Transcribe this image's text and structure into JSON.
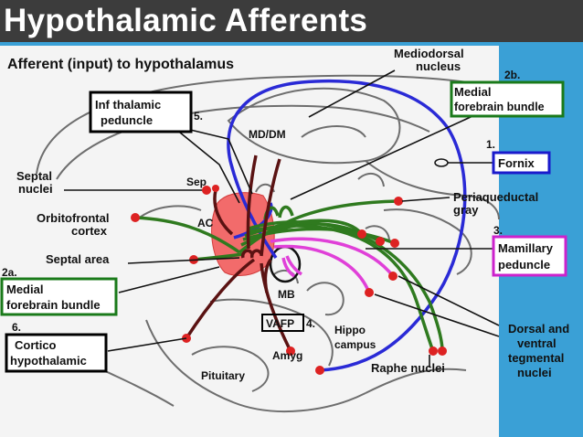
{
  "slide_title": "Hypothalamic Afferents",
  "figure": {
    "heading": "Afferent (input) to hypothalamus",
    "structures": {
      "mediodorsal_line1": "Mediodorsal",
      "mediodorsal_line2": "nucleus",
      "md_dm": "MD/DM",
      "septal_line1": "Septal",
      "septal_line2": "nuclei",
      "sep": "Sep",
      "orbito_line1": "Orbitofrontal",
      "orbito_line2": "cortex",
      "ac": "AC",
      "septal_area": "Septal area",
      "mb": "MB",
      "vafp": "VAFP",
      "amyg": "Amyg",
      "hippo_line1": "Hippo",
      "hippo_line2": "campus",
      "pituitary": "Pituitary",
      "raphe": "Raphe nuclei",
      "periaq_line1": "Periaqueductal",
      "periaq_line2": "gray",
      "dvt_line1": "Dorsal and",
      "dvt_line2": "ventral",
      "dvt_line3": "tegmental",
      "dvt_line4": "nuclei"
    },
    "boxed": {
      "itp_line1": "Inf thalamic",
      "itp_line2": "peduncle",
      "mfb_r_line1": "Medial",
      "mfb_r_line2": "forebrain bundle",
      "fornix": "Fornix",
      "mam_line1": "Mamillary",
      "mam_line2": "peduncle",
      "mfb_l_line1": "Medial",
      "mfb_l_line2": "forebrain bundle",
      "ch_line1": "Cortico",
      "ch_line2": "hypothalamic"
    },
    "numbers": {
      "n1": "1.",
      "n2a": "2a.",
      "n2b": "2b.",
      "n3": "3.",
      "n4": "4.",
      "n5": "5.",
      "n6": "6."
    },
    "colors": {
      "slide_background": "#3c3c3c",
      "panel_background": "#3aa0d6",
      "figure_background": "#f4f4f4",
      "hypothalamus_region": "#f26b6b",
      "fornix_pathway": "#2a2ad6",
      "mfb_pathway": "#2f7a1f",
      "mamillary_pathway": "#e040d8",
      "cortico_pathway": "#5a1212",
      "box_black": "#000000",
      "box_green": "#1a7a1a",
      "box_blue": "#1a1acc",
      "box_magenta": "#cc22cc"
    }
  }
}
